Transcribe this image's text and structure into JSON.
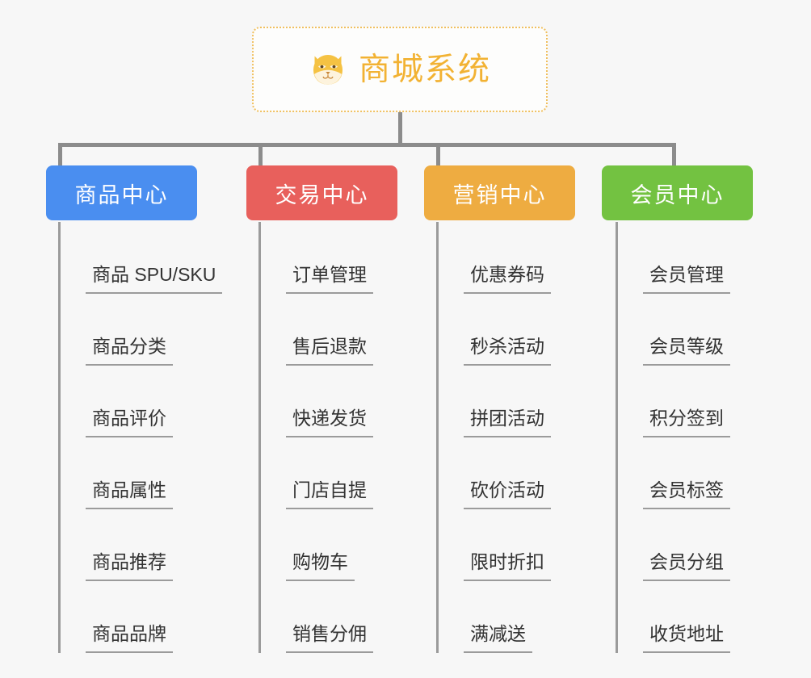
{
  "diagram": {
    "title": "商城系统",
    "root": {
      "label": "商城系统",
      "icon": "shiba-dog-icon",
      "border_color": "#f0c060",
      "text_color": "#f2b233"
    },
    "background_color": "#f7f7f7",
    "connector_color": "#8c8c8c",
    "columns": [
      {
        "label": "商品中心",
        "color": "#4a8ef0",
        "items": [
          "商品 SPU/SKU",
          "商品分类",
          "商品评价",
          "商品属性",
          "商品推荐",
          "商品品牌"
        ]
      },
      {
        "label": "交易中心",
        "color": "#e8605c",
        "items": [
          "订单管理",
          "售后退款",
          "快递发货",
          "门店自提",
          "购物车",
          "销售分佣"
        ]
      },
      {
        "label": "营销中心",
        "color": "#eeac41",
        "items": [
          "优惠券码",
          "秒杀活动",
          "拼团活动",
          "砍价活动",
          "限时折扣",
          "满减送"
        ]
      },
      {
        "label": "会员中心",
        "color": "#73c241",
        "items": [
          "会员管理",
          "会员等级",
          "积分签到",
          "会员标签",
          "会员分组",
          "收货地址"
        ]
      }
    ]
  }
}
